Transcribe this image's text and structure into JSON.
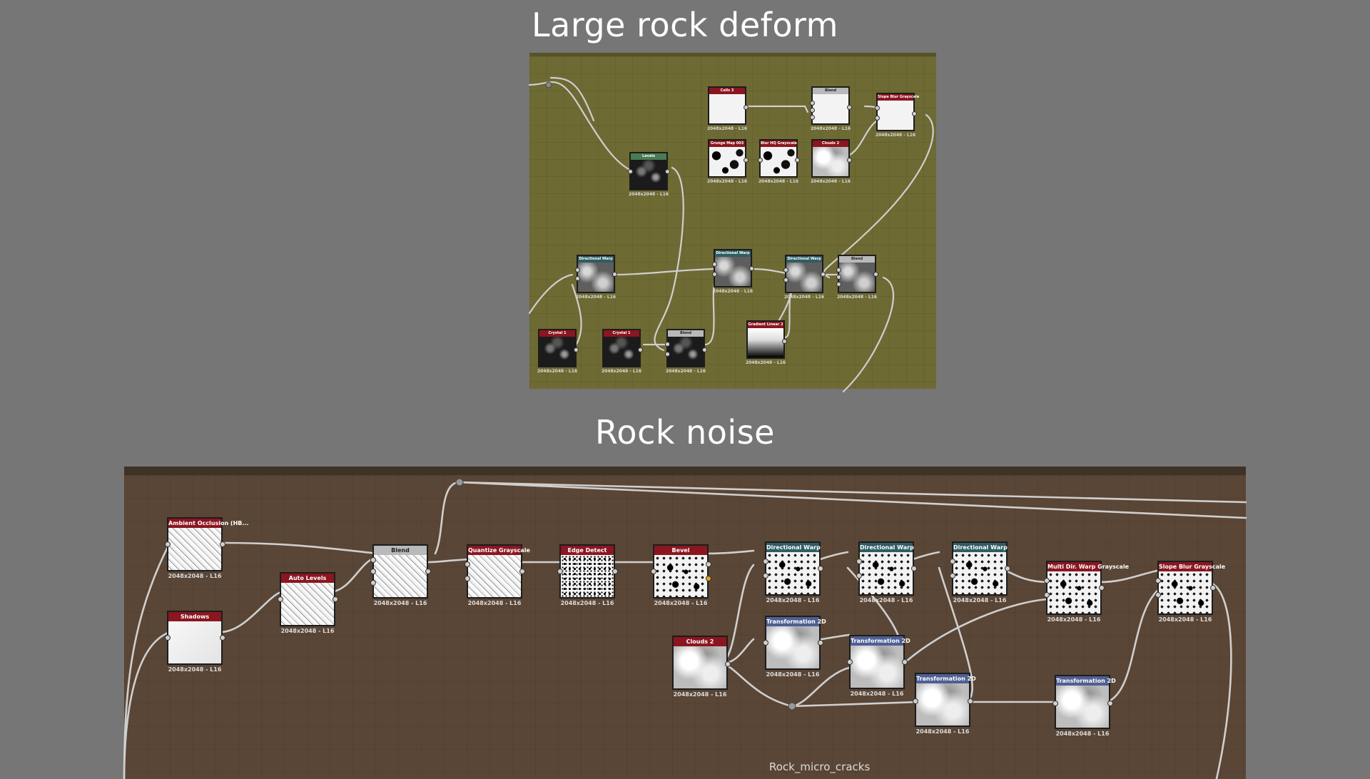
{
  "titles": {
    "large_rock": "Large rock deform",
    "rock_noise": "Rock noise"
  },
  "large_graph": {
    "background": "#6e6a33",
    "nodes": [
      {
        "id": "cells3",
        "title": "Cells 3",
        "size": "2048x2048 - L16",
        "header": "red",
        "tex": "white"
      },
      {
        "id": "blend-top",
        "title": "Blend",
        "size": "2048x2048 - L16",
        "header": "grey",
        "tex": "white"
      },
      {
        "id": "slope-blur",
        "title": "Slope Blur Grayscale",
        "size": "2048x2048 - L16",
        "header": "red",
        "tex": "white"
      },
      {
        "id": "levels",
        "title": "Levels",
        "size": "2048x2048 - L16",
        "header": "green",
        "tex": "dark"
      },
      {
        "id": "grunge-map",
        "title": "Grunge Map 003",
        "size": "2048x2048 - L16",
        "header": "red",
        "tex": "noise"
      },
      {
        "id": "blur-hq",
        "title": "Blur HQ Grayscale",
        "size": "2048x2048 - L16",
        "header": "red",
        "tex": "noise"
      },
      {
        "id": "clouds2-top",
        "title": "Clouds 2",
        "size": "2048x2048 - L16",
        "header": "red",
        "tex": "cloud"
      },
      {
        "id": "dir-warp-a",
        "title": "Directional Warp",
        "size": "2048x2048 - L16",
        "header": "teal",
        "tex": "grey"
      },
      {
        "id": "dir-warp-b",
        "title": "Directional Warp",
        "size": "2048x2048 - L16",
        "header": "teal",
        "tex": "grey"
      },
      {
        "id": "dir-warp-c",
        "title": "Directional Warp",
        "size": "2048x2048 - L16",
        "header": "teal",
        "tex": "grey"
      },
      {
        "id": "blend-mid",
        "title": "Blend",
        "size": "2048x2048 - L16",
        "header": "grey",
        "tex": "grey"
      },
      {
        "id": "crystal1-a",
        "title": "Crystal 1",
        "size": "2048x2048 - L16",
        "header": "red",
        "tex": "dark"
      },
      {
        "id": "crystal1-b",
        "title": "Crystal 1",
        "size": "2048x2048 - L16",
        "header": "red",
        "tex": "dark"
      },
      {
        "id": "blend-bottom",
        "title": "Blend",
        "size": "2048x2048 - L16",
        "header": "grey",
        "tex": "dark"
      },
      {
        "id": "gradient-linear",
        "title": "Gradient Linear 2",
        "size": "2048x2048 - L16",
        "header": "red",
        "tex": "gradient"
      }
    ]
  },
  "rock_graph": {
    "background": "#5a4636",
    "bottom_label": "Rock_micro_cracks",
    "nodes": [
      {
        "id": "ambient-occlusion",
        "title": "Ambient Occlusion (HB...",
        "size": "2048x2048 - L16",
        "header": "red",
        "tex": "cross"
      },
      {
        "id": "shadows",
        "title": "Shadows",
        "size": "2048x2048 - L16",
        "header": "red",
        "tex": "light"
      },
      {
        "id": "auto-levels",
        "title": "Auto Levels",
        "size": "2048x2048 - L16",
        "header": "red",
        "tex": "cross"
      },
      {
        "id": "blend",
        "title": "Blend",
        "size": "2048x2048 - L16",
        "header": "grey",
        "tex": "cross"
      },
      {
        "id": "quantize",
        "title": "Quantize Grayscale",
        "size": "2048x2048 - L16",
        "header": "red",
        "tex": "cross"
      },
      {
        "id": "edge-detect",
        "title": "Edge Detect",
        "size": "2048x2048 - L16",
        "header": "red",
        "tex": "speck"
      },
      {
        "id": "bevel",
        "title": "Bevel",
        "size": "2048x2048 - L16",
        "header": "red",
        "tex": "mottled"
      },
      {
        "id": "dw1",
        "title": "Directional Warp",
        "size": "2048x2048 - L16",
        "header": "teal",
        "tex": "mottled"
      },
      {
        "id": "dw2",
        "title": "Directional Warp",
        "size": "2048x2048 - L16",
        "header": "teal",
        "tex": "mottled"
      },
      {
        "id": "dw3",
        "title": "Directional Warp",
        "size": "2048x2048 - L16",
        "header": "teal",
        "tex": "mottled"
      },
      {
        "id": "multi-dir-warp",
        "title": "Multi Dir. Warp Grayscale",
        "size": "2048x2048 - L16",
        "header": "red",
        "tex": "mottled"
      },
      {
        "id": "slope-blur",
        "title": "Slope Blur Grayscale",
        "size": "2048x2048 - L16",
        "header": "red",
        "tex": "mottled"
      },
      {
        "id": "clouds2",
        "title": "Clouds 2",
        "size": "2048x2048 - L16",
        "header": "red",
        "tex": "cloud"
      },
      {
        "id": "t2d-1",
        "title": "Transformation 2D",
        "size": "2048x2048 - L16",
        "header": "blue",
        "tex": "cloud"
      },
      {
        "id": "t2d-2",
        "title": "Transformation 2D",
        "size": "2048x2048 - L16",
        "header": "blue",
        "tex": "cloud"
      },
      {
        "id": "t2d-3",
        "title": "Transformation 2D",
        "size": "2048x2048 - L16",
        "header": "blue",
        "tex": "cloud"
      },
      {
        "id": "t2d-4",
        "title": "Transformation 2D",
        "size": "2048x2048 - L16",
        "header": "blue",
        "tex": "cloud"
      }
    ]
  }
}
